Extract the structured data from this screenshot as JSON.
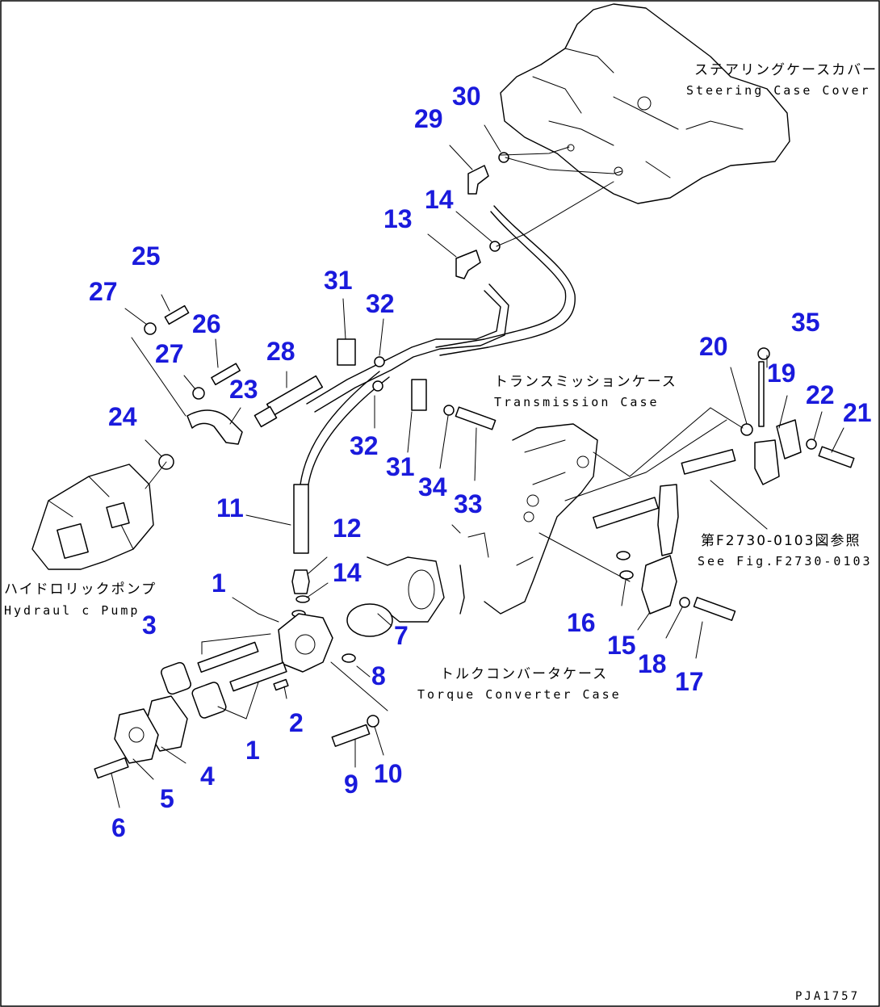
{
  "labels": {
    "steering_case_cover_jp": "ステアリングケースカバー",
    "steering_case_cover_en": "Steering Case Cover",
    "transmission_case_jp": "トランスミッションケース",
    "transmission_case_en": "Transmission Case",
    "hydraulic_pump_jp": "ハイドロリックポンプ",
    "hydraulic_pump_en": "Hydraul c Pump",
    "torque_converter_case_jp": "トルクコンバータケース",
    "torque_converter_case_en": "Torque Converter Case",
    "see_fig_jp": "第F2730-0103図参照",
    "see_fig_en": "See Fig.F2730-0103",
    "figure_code": "PJA1757"
  },
  "callouts": [
    {
      "num": "1"
    },
    {
      "num": "1"
    },
    {
      "num": "2"
    },
    {
      "num": "3"
    },
    {
      "num": "4"
    },
    {
      "num": "5"
    },
    {
      "num": "6"
    },
    {
      "num": "7"
    },
    {
      "num": "8"
    },
    {
      "num": "9"
    },
    {
      "num": "10"
    },
    {
      "num": "11"
    },
    {
      "num": "12"
    },
    {
      "num": "13"
    },
    {
      "num": "14"
    },
    {
      "num": "14"
    },
    {
      "num": "15"
    },
    {
      "num": "16"
    },
    {
      "num": "17"
    },
    {
      "num": "18"
    },
    {
      "num": "19"
    },
    {
      "num": "20"
    },
    {
      "num": "21"
    },
    {
      "num": "22"
    },
    {
      "num": "23"
    },
    {
      "num": "24"
    },
    {
      "num": "25"
    },
    {
      "num": "26"
    },
    {
      "num": "27"
    },
    {
      "num": "27"
    },
    {
      "num": "28"
    },
    {
      "num": "29"
    },
    {
      "num": "30"
    },
    {
      "num": "31"
    },
    {
      "num": "31"
    },
    {
      "num": "32"
    },
    {
      "num": "32"
    },
    {
      "num": "33"
    },
    {
      "num": "34"
    },
    {
      "num": "35"
    }
  ]
}
